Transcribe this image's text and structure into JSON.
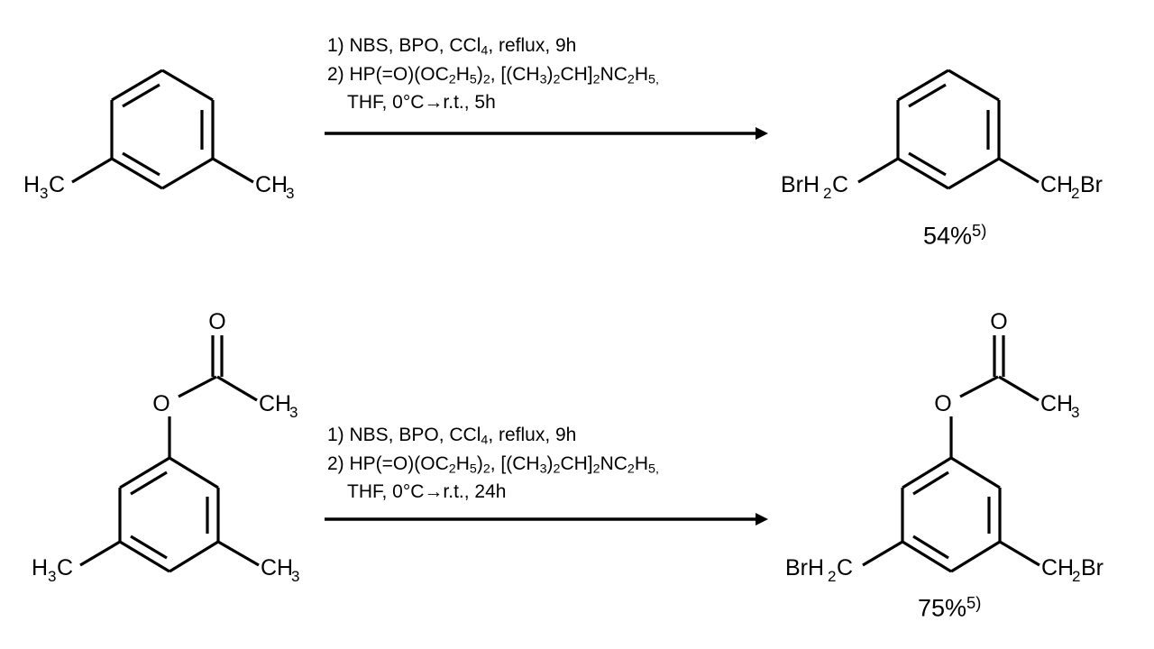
{
  "document": {
    "type": "organic-reaction-scheme",
    "reaction_count": 2,
    "background_color": "#ffffff",
    "ink_color": "#000000"
  },
  "reactions": [
    {
      "id": "reaction-1",
      "reactant": {
        "name": "m-xylene",
        "ring": "benzene",
        "ring_orientation": "pointy-top",
        "substituents": [
          {
            "label_parts": [
              "H",
              "3",
              "C"
            ],
            "position": "left",
            "text": "H3C"
          },
          {
            "label_parts": [
              "CH",
              "3"
            ],
            "position": "right",
            "text": "CH3"
          }
        ]
      },
      "conditions": {
        "line1": "1) NBS, BPO, CCl4, reflux, 9h",
        "line1_parts": {
          "prefix": "1) NBS, BPO, CCl",
          "sub1": "4",
          "suffix": ", reflux, 9h"
        },
        "line2_parts": {
          "a": "2) HP(=O)(OC",
          "a_sub": "2",
          "b": "H",
          "b_sub": "5",
          "c": ")",
          "c_sub": "2",
          "d": ", [(CH",
          "d_sub": "3",
          "e": ")",
          "e_sub": "2",
          "f": "CH]",
          "f_sub": "2",
          "g": "NC",
          "g_sub": "2",
          "h": "H",
          "h_sub": "5,"
        },
        "line3": "THF, 0°C→r.t., 5h"
      },
      "product": {
        "name": "1,3-bis(bromomethyl)benzene",
        "ring": "benzene",
        "ring_orientation": "pointy-top",
        "substituents": [
          {
            "text": "BrH2C",
            "position": "left"
          },
          {
            "text": "CH2Br",
            "position": "right"
          }
        ],
        "yield": "54%",
        "yield_ref": "5)"
      }
    },
    {
      "id": "reaction-2",
      "reactant": {
        "name": "3,5-dimethylphenyl acetate",
        "ring": "benzene",
        "ring_orientation": "pointy-top",
        "substituents": [
          {
            "text": "O",
            "position": "top-ester-oxygen"
          },
          {
            "text": "O",
            "position": "carbonyl-oxygen"
          },
          {
            "text": "CH3",
            "position": "acetyl-methyl"
          },
          {
            "text": "H3C",
            "position": "left"
          },
          {
            "text": "CH3",
            "position": "right"
          }
        ]
      },
      "conditions": {
        "line1_parts": {
          "prefix": "1) NBS, BPO, CCl",
          "sub1": "4",
          "suffix": ", reflux, 9h"
        },
        "line2_parts": {
          "a": "2) HP(=O)(OC",
          "a_sub": "2",
          "b": "H",
          "b_sub": "5",
          "c": ")",
          "c_sub": "2",
          "d": ", [(CH",
          "d_sub": "3",
          "e": ")",
          "e_sub": "2",
          "f": "CH]",
          "f_sub": "2",
          "g": "NC",
          "g_sub": "2",
          "h": "H",
          "h_sub": "5,"
        },
        "line3": "THF, 0°C→r.t., 24h"
      },
      "product": {
        "name": "3,5-bis(bromomethyl)phenyl acetate",
        "ring": "benzene",
        "ring_orientation": "pointy-top",
        "substituents": [
          {
            "text": "O",
            "position": "top-ester-oxygen"
          },
          {
            "text": "O",
            "position": "carbonyl-oxygen"
          },
          {
            "text": "CH3",
            "position": "acetyl-methyl"
          },
          {
            "text": "BrH2C",
            "position": "left"
          },
          {
            "text": "CH2Br",
            "position": "right"
          }
        ],
        "yield": "75%",
        "yield_ref": "5)"
      }
    }
  ],
  "labels": {
    "H3C": {
      "main1": "H",
      "sub1": "3",
      "main2": "C"
    },
    "CH3": {
      "main1": "CH",
      "sub1": "3"
    },
    "BrH2C": {
      "main1": "BrH",
      "sub1": "2",
      "main2": "C"
    },
    "CH2Br": {
      "main1": "CH",
      "sub1": "2",
      "main2": "Br"
    },
    "O": {
      "main1": "O"
    }
  },
  "yields": {
    "reaction1": "54%",
    "reaction1_ref": "5)",
    "reaction2": "75%",
    "reaction2_ref": "5)"
  }
}
